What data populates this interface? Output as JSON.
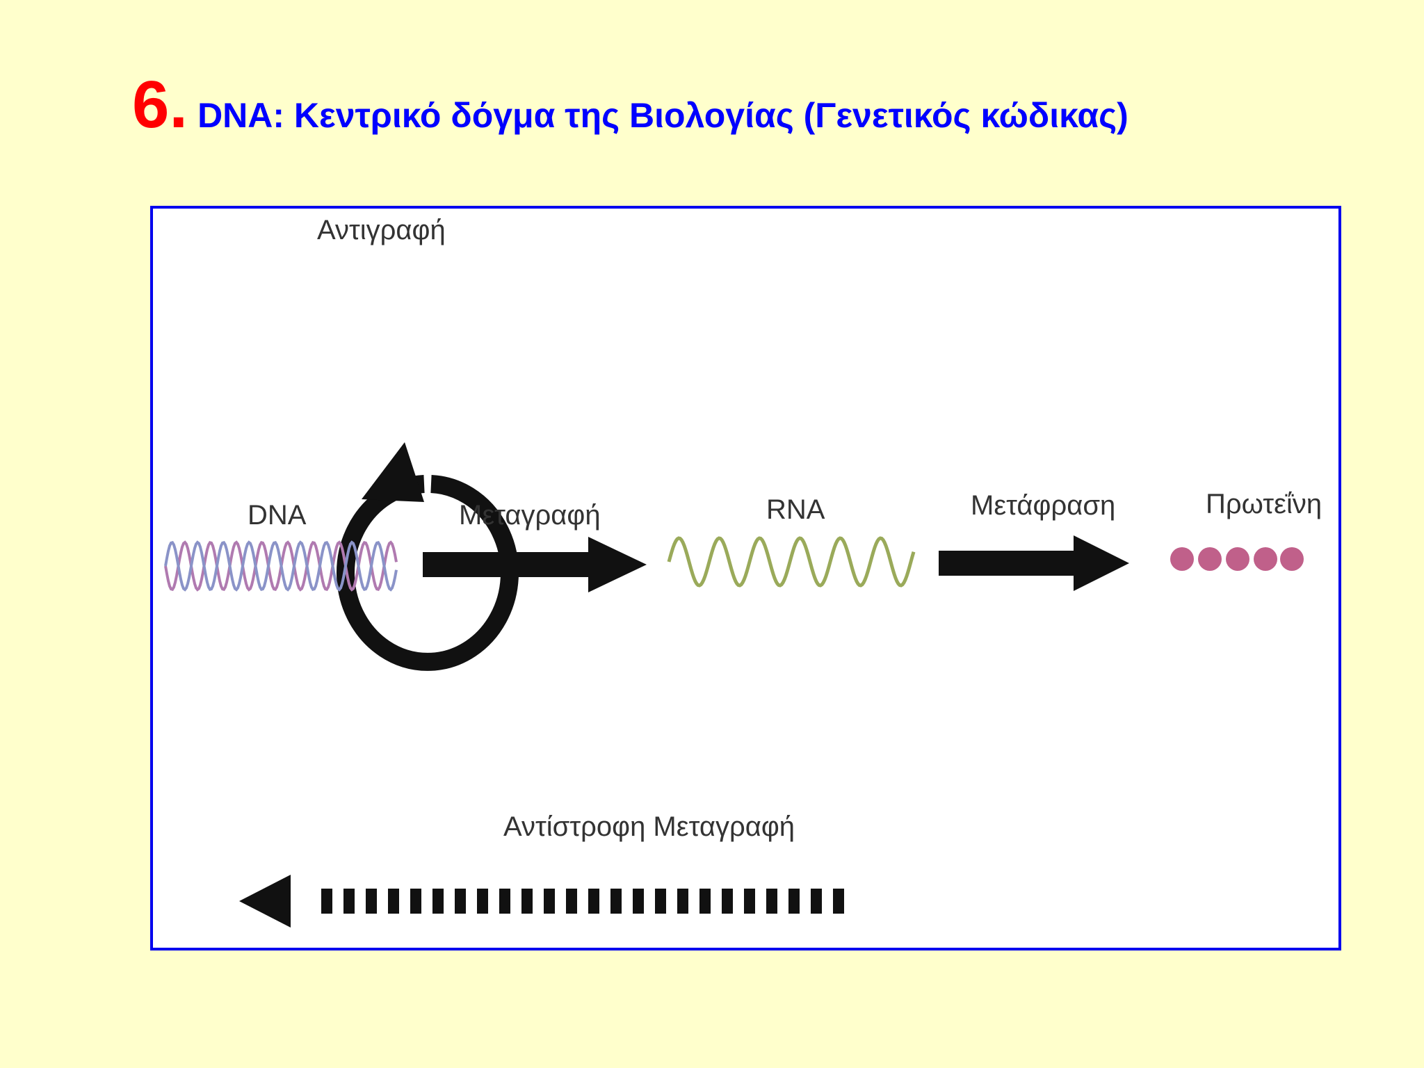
{
  "title": {
    "number": "6.",
    "text": "DNA: Κεντρικό δόγμα της Βιολογίας (Γενετικός κώδικας)"
  },
  "diagram": {
    "replication_label": "Αντιγραφή",
    "dna_label": "DNA",
    "transcription_label": "Μεταγραφή",
    "rna_label": "RNA",
    "translation_label": "Μετάφραση",
    "protein_label": "Πρωτεΐνη",
    "reverse_transcription_label": "Αντίστροφη Μεταγραφή"
  },
  "colors": {
    "background": "#ffffcc",
    "title_number": "#ff0000",
    "title_text": "#0000ff",
    "frame_border": "#0000ee",
    "arrow": "#111111",
    "dna_strand_1": "#b07ab0",
    "dna_strand_2": "#8a93c8",
    "rna": "#9aaa5a",
    "protein_bead": "#c0608a"
  }
}
